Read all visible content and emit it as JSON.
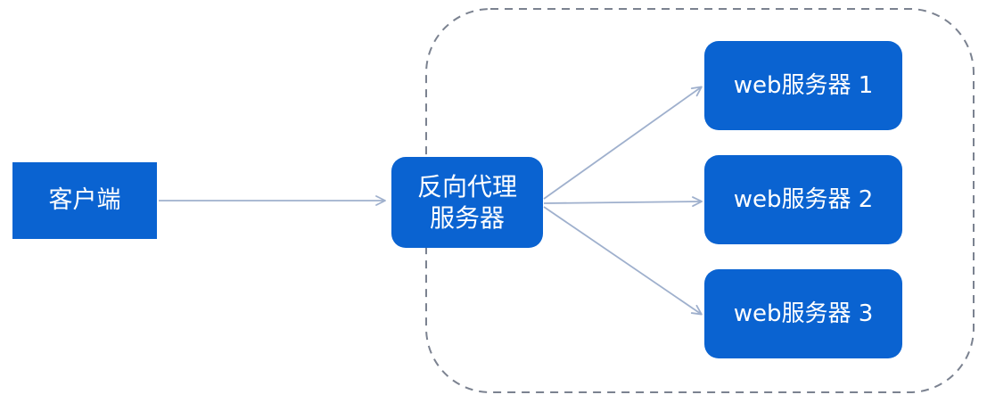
{
  "client": {
    "label": "客户端"
  },
  "proxy": {
    "line1": "反向代理",
    "line2": "服务器"
  },
  "web_servers": [
    {
      "label": "web服务器 1"
    },
    {
      "label": "web服务器 2"
    },
    {
      "label": "web服务器 3"
    }
  ],
  "colors": {
    "node_fill": "#0a63d1",
    "node_text": "#ffffff",
    "arrow": "#9fb0cd",
    "group_border": "#7b8290"
  }
}
